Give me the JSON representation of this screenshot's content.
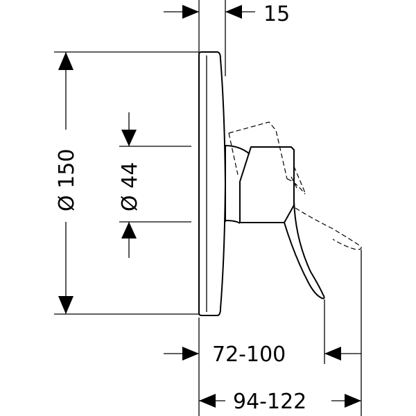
{
  "dimensions": {
    "plate_thickness": "15",
    "outer_diameter": "Ø 150",
    "inner_diameter": "Ø 44",
    "projection_short": "72-100",
    "projection_long": "94-122"
  },
  "colors": {
    "line": "#000000",
    "background": "#ffffff"
  }
}
